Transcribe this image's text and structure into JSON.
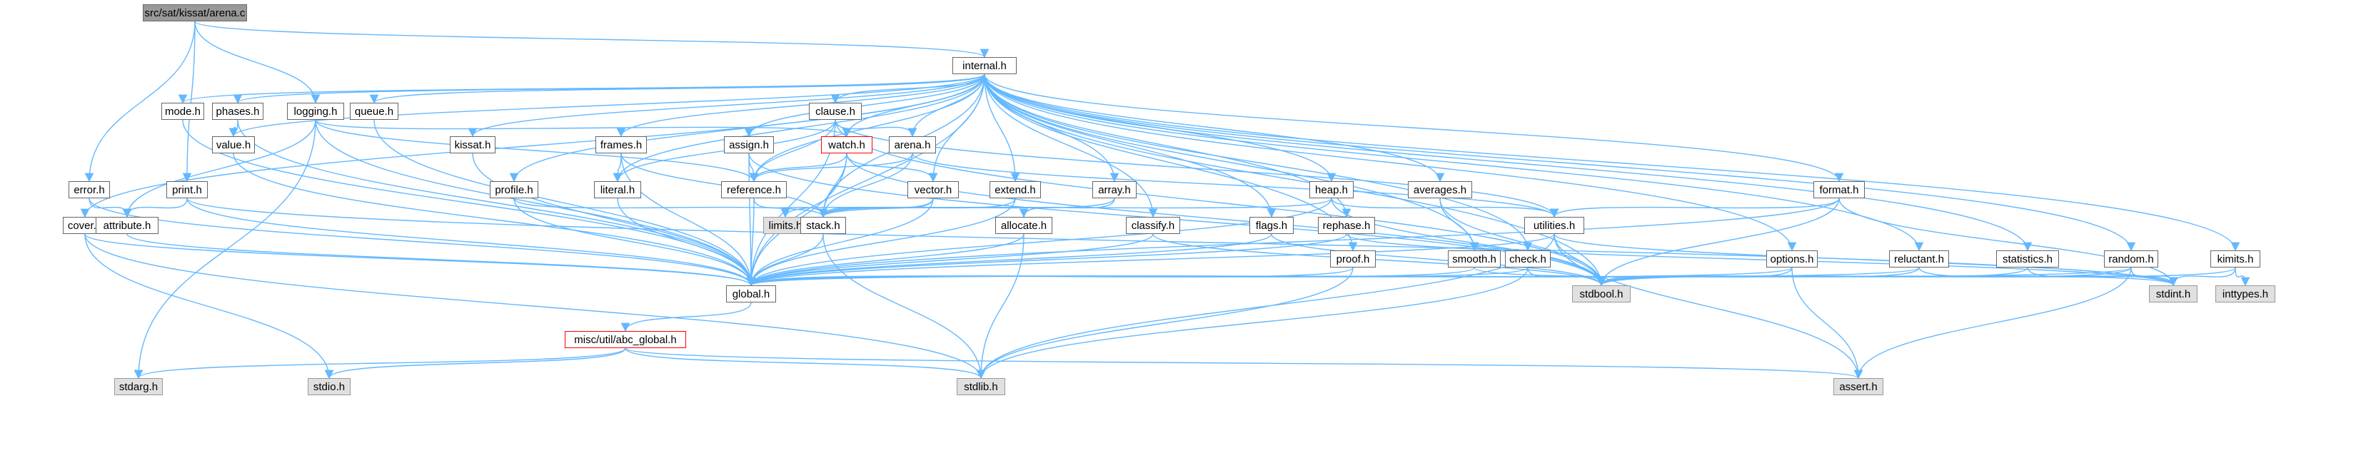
{
  "colors": {
    "edge": "#63b8ff",
    "root_fill": "#999999",
    "system_fill": "#e0e0e0",
    "highlight_border": "#ff0000"
  },
  "nodes": [
    {
      "id": "arena_c",
      "label": "src/sat/kissat/arena.c",
      "kind": "root"
    },
    {
      "id": "internal_h",
      "label": "internal.h",
      "kind": "user"
    },
    {
      "id": "mode_h",
      "label": "mode.h",
      "kind": "user"
    },
    {
      "id": "phases_h",
      "label": "phases.h",
      "kind": "user"
    },
    {
      "id": "logging_h",
      "label": "logging.h",
      "kind": "user"
    },
    {
      "id": "queue_h",
      "label": "queue.h",
      "kind": "user"
    },
    {
      "id": "clause_h",
      "label": "clause.h",
      "kind": "user"
    },
    {
      "id": "value_h",
      "label": "value.h",
      "kind": "user"
    },
    {
      "id": "kissat_h",
      "label": "kissat.h",
      "kind": "user"
    },
    {
      "id": "watch_h",
      "label": "watch.h",
      "kind": "highlight"
    },
    {
      "id": "arena_h",
      "label": "arena.h",
      "kind": "user"
    },
    {
      "id": "assign_h",
      "label": "assign.h",
      "kind": "user"
    },
    {
      "id": "frames_h",
      "label": "frames.h",
      "kind": "user"
    },
    {
      "id": "error_h",
      "label": "error.h",
      "kind": "user"
    },
    {
      "id": "print_h",
      "label": "print.h",
      "kind": "user"
    },
    {
      "id": "profile_h",
      "label": "profile.h",
      "kind": "user"
    },
    {
      "id": "literal_h",
      "label": "literal.h",
      "kind": "user"
    },
    {
      "id": "reference_h",
      "label": "reference.h",
      "kind": "user"
    },
    {
      "id": "vector_h",
      "label": "vector.h",
      "kind": "user"
    },
    {
      "id": "extend_h",
      "label": "extend.h",
      "kind": "user"
    },
    {
      "id": "array_h",
      "label": "array.h",
      "kind": "user"
    },
    {
      "id": "heap_h",
      "label": "heap.h",
      "kind": "user"
    },
    {
      "id": "averages_h",
      "label": "averages.h",
      "kind": "user"
    },
    {
      "id": "format_h",
      "label": "format.h",
      "kind": "user"
    },
    {
      "id": "cover_h",
      "label": "cover.h",
      "kind": "user"
    },
    {
      "id": "attribute_h",
      "label": "attribute.h",
      "kind": "user"
    },
    {
      "id": "limits_h",
      "label": "limits.h",
      "kind": "system"
    },
    {
      "id": "stack_h",
      "label": "stack.h",
      "kind": "user"
    },
    {
      "id": "allocate_h",
      "label": "allocate.h",
      "kind": "user"
    },
    {
      "id": "classify_h",
      "label": "classify.h",
      "kind": "user"
    },
    {
      "id": "flags_h",
      "label": "flags.h",
      "kind": "user"
    },
    {
      "id": "rephase_h",
      "label": "rephase.h",
      "kind": "user"
    },
    {
      "id": "utilities_h",
      "label": "utilities.h",
      "kind": "user"
    },
    {
      "id": "proof_h",
      "label": "proof.h",
      "kind": "user"
    },
    {
      "id": "smooth_h",
      "label": "smooth.h",
      "kind": "user"
    },
    {
      "id": "check_h",
      "label": "check.h",
      "kind": "user"
    },
    {
      "id": "options_h",
      "label": "options.h",
      "kind": "user"
    },
    {
      "id": "reluctant_h",
      "label": "reluctant.h",
      "kind": "user"
    },
    {
      "id": "statistics_h",
      "label": "statistics.h",
      "kind": "user"
    },
    {
      "id": "random_h",
      "label": "random.h",
      "kind": "user"
    },
    {
      "id": "kimits_h",
      "label": "kimits.h",
      "kind": "user"
    },
    {
      "id": "global_h",
      "label": "global.h",
      "kind": "user"
    },
    {
      "id": "stdbool_h",
      "label": "stdbool.h",
      "kind": "system"
    },
    {
      "id": "stdint_h",
      "label": "stdint.h",
      "kind": "system"
    },
    {
      "id": "inttypes_h",
      "label": "inttypes.h",
      "kind": "system"
    },
    {
      "id": "abc_global_h",
      "label": "misc/util/abc_global.h",
      "kind": "highlight"
    },
    {
      "id": "stdarg_h",
      "label": "stdarg.h",
      "kind": "system"
    },
    {
      "id": "stdio_h",
      "label": "stdio.h",
      "kind": "system"
    },
    {
      "id": "stdlib_h",
      "label": "stdlib.h",
      "kind": "system"
    },
    {
      "id": "assert_h",
      "label": "assert.h",
      "kind": "system"
    }
  ],
  "edges": [
    [
      "arena_c",
      "internal_h"
    ],
    [
      "arena_c",
      "logging_h"
    ],
    [
      "arena_c",
      "error_h"
    ],
    [
      "arena_c",
      "print_h"
    ],
    [
      "internal_h",
      "mode_h"
    ],
    [
      "internal_h",
      "phases_h"
    ],
    [
      "internal_h",
      "queue_h"
    ],
    [
      "internal_h",
      "clause_h"
    ],
    [
      "internal_h",
      "value_h"
    ],
    [
      "internal_h",
      "kissat_h"
    ],
    [
      "internal_h",
      "watch_h"
    ],
    [
      "internal_h",
      "arena_h"
    ],
    [
      "internal_h",
      "assign_h"
    ],
    [
      "internal_h",
      "frames_h"
    ],
    [
      "internal_h",
      "profile_h"
    ],
    [
      "internal_h",
      "literal_h"
    ],
    [
      "internal_h",
      "reference_h"
    ],
    [
      "internal_h",
      "vector_h"
    ],
    [
      "internal_h",
      "extend_h"
    ],
    [
      "internal_h",
      "array_h"
    ],
    [
      "internal_h",
      "heap_h"
    ],
    [
      "internal_h",
      "averages_h"
    ],
    [
      "internal_h",
      "format_h"
    ],
    [
      "internal_h",
      "cover_h"
    ],
    [
      "internal_h",
      "stack_h"
    ],
    [
      "internal_h",
      "classify_h"
    ],
    [
      "internal_h",
      "flags_h"
    ],
    [
      "internal_h",
      "rephase_h"
    ],
    [
      "internal_h",
      "proof_h"
    ],
    [
      "internal_h",
      "smooth_h"
    ],
    [
      "internal_h",
      "check_h"
    ],
    [
      "internal_h",
      "options_h"
    ],
    [
      "internal_h",
      "reluctant_h"
    ],
    [
      "internal_h",
      "statistics_h"
    ],
    [
      "internal_h",
      "random_h"
    ],
    [
      "internal_h",
      "kimits_h"
    ],
    [
      "internal_h",
      "global_h"
    ],
    [
      "internal_h",
      "stdbool_h"
    ],
    [
      "mode_h",
      "global_h"
    ],
    [
      "phases_h",
      "value_h"
    ],
    [
      "phases_h",
      "global_h"
    ],
    [
      "queue_h",
      "global_h"
    ],
    [
      "logging_h",
      "global_h"
    ],
    [
      "logging_h",
      "attribute_h"
    ],
    [
      "logging_h",
      "stdarg_h"
    ],
    [
      "logging_h",
      "reference_h"
    ],
    [
      "logging_h",
      "watch_h"
    ],
    [
      "clause_h",
      "arena_h"
    ],
    [
      "clause_h",
      "literal_h"
    ],
    [
      "clause_h",
      "reference_h"
    ],
    [
      "clause_h",
      "utilities_h"
    ],
    [
      "clause_h",
      "stdbool_h"
    ],
    [
      "clause_h",
      "global_h"
    ],
    [
      "value_h",
      "global_h"
    ],
    [
      "kissat_h",
      "global_h"
    ],
    [
      "watch_h",
      "reference_h"
    ],
    [
      "watch_h",
      "stack_h"
    ],
    [
      "watch_h",
      "vector_h"
    ],
    [
      "watch_h",
      "global_h"
    ],
    [
      "watch_h",
      "stdbool_h"
    ],
    [
      "arena_h",
      "reference_h"
    ],
    [
      "arena_h",
      "stack_h"
    ],
    [
      "arena_h",
      "utilities_h"
    ],
    [
      "assign_h",
      "reference_h"
    ],
    [
      "assign_h",
      "stdbool_h"
    ],
    [
      "assign_h",
      "global_h"
    ],
    [
      "frames_h",
      "literal_h"
    ],
    [
      "frames_h",
      "stack_h"
    ],
    [
      "frames_h",
      "global_h"
    ],
    [
      "error_h",
      "attribute_h"
    ],
    [
      "error_h",
      "global_h"
    ],
    [
      "print_h",
      "attribute_h"
    ],
    [
      "print_h",
      "global_h"
    ],
    [
      "print_h",
      "stdint_h"
    ],
    [
      "profile_h",
      "stack_h"
    ],
    [
      "profile_h",
      "global_h"
    ],
    [
      "literal_h",
      "global_h"
    ],
    [
      "reference_h",
      "stack_h"
    ],
    [
      "reference_h",
      "global_h"
    ],
    [
      "vector_h",
      "stack_h"
    ],
    [
      "vector_h",
      "limits_h"
    ],
    [
      "vector_h",
      "global_h"
    ],
    [
      "extend_h",
      "stack_h"
    ],
    [
      "extend_h",
      "global_h"
    ],
    [
      "array_h",
      "stack_h"
    ],
    [
      "array_h",
      "allocate_h"
    ],
    [
      "heap_h",
      "stack_h"
    ],
    [
      "heap_h",
      "utilities_h"
    ],
    [
      "heap_h",
      "stdbool_h"
    ],
    [
      "heap_h",
      "global_h"
    ],
    [
      "averages_h",
      "smooth_h"
    ],
    [
      "averages_h",
      "stdbool_h"
    ],
    [
      "format_h",
      "utilities_h"
    ],
    [
      "format_h",
      "stdint_h"
    ],
    [
      "format_h",
      "stdbool_h"
    ],
    [
      "format_h",
      "global_h"
    ],
    [
      "cover_h",
      "stdio_h"
    ],
    [
      "cover_h",
      "stdlib_h"
    ],
    [
      "cover_h",
      "global_h"
    ],
    [
      "attribute_h",
      "global_h"
    ],
    [
      "stack_h",
      "global_h"
    ],
    [
      "stack_h",
      "stdlib_h"
    ],
    [
      "allocate_h",
      "global_h"
    ],
    [
      "allocate_h",
      "stdlib_h"
    ],
    [
      "classify_h",
      "global_h"
    ],
    [
      "classify_h",
      "stdbool_h"
    ],
    [
      "flags_h",
      "global_h"
    ],
    [
      "flags_h",
      "stdbool_h"
    ],
    [
      "rephase_h",
      "global_h"
    ],
    [
      "rephase_h",
      "stdint_h"
    ],
    [
      "utilities_h",
      "global_h"
    ],
    [
      "utilities_h",
      "stdbool_h"
    ],
    [
      "utilities_h",
      "stdint_h"
    ],
    [
      "utilities_h",
      "assert_h"
    ],
    [
      "utilities_h",
      "stdlib_h"
    ],
    [
      "proof_h",
      "global_h"
    ],
    [
      "proof_h",
      "stdlib_h"
    ],
    [
      "smooth_h",
      "global_h"
    ],
    [
      "smooth_h",
      "stdint_h"
    ],
    [
      "check_h",
      "global_h"
    ],
    [
      "check_h",
      "stdbool_h"
    ],
    [
      "check_h",
      "stdlib_h"
    ],
    [
      "options_h",
      "global_h"
    ],
    [
      "options_h",
      "stdbool_h"
    ],
    [
      "options_h",
      "assert_h"
    ],
    [
      "reluctant_h",
      "stdbool_h"
    ],
    [
      "reluctant_h",
      "stdint_h"
    ],
    [
      "reluctant_h",
      "global_h"
    ],
    [
      "statistics_h",
      "stdint_h"
    ],
    [
      "statistics_h",
      "stdbool_h"
    ],
    [
      "random_h",
      "stdint_h"
    ],
    [
      "random_h",
      "stdbool_h"
    ],
    [
      "random_h",
      "assert_h"
    ],
    [
      "random_h",
      "global_h"
    ],
    [
      "kimits_h",
      "stdbool_h"
    ],
    [
      "kimits_h",
      "stdint_h"
    ],
    [
      "kimits_h",
      "inttypes_h"
    ],
    [
      "global_h",
      "abc_global_h"
    ],
    [
      "abc_global_h",
      "stdarg_h"
    ],
    [
      "abc_global_h",
      "stdio_h"
    ],
    [
      "abc_global_h",
      "stdlib_h"
    ],
    [
      "abc_global_h",
      "assert_h"
    ]
  ]
}
